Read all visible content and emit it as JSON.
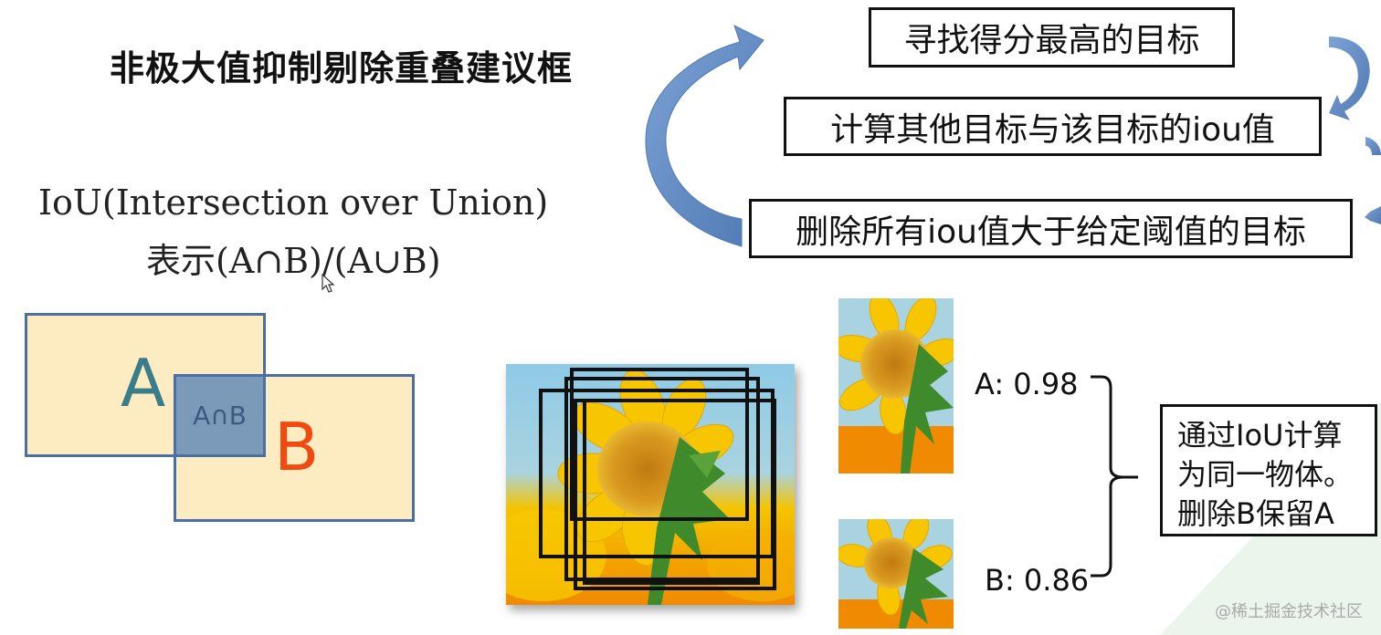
{
  "title": "非极大值抑制剔除重叠建议框",
  "iou": {
    "line1": "IoU(Intersection over Union)",
    "line2": "表示(A∩B)/(A∪B)"
  },
  "steps": [
    {
      "label": "寻找得分最高的目标"
    },
    {
      "label": "计算其他目标与该目标的iou值"
    },
    {
      "label": "删除所有iou值大于给定阈值的目标"
    }
  ],
  "venn": {
    "a_label": "A",
    "b_label": "B",
    "intersection_label": "A∩B",
    "colors": {
      "fill": "#fdebc2",
      "border": "#4a6fa5",
      "overlap": "#7b99b8",
      "a_text": "#3a7d8a",
      "b_text": "#f04a10"
    }
  },
  "scores": {
    "a": "A: 0.98",
    "b": "B: 0.86"
  },
  "result": {
    "lines": [
      "通过IoU计算",
      "为同一物体。",
      "删除B保留A"
    ]
  },
  "watermark": "@稀土掘金技术社区",
  "colors": {
    "arrow": "#5b86bf",
    "box_border": "#111111"
  }
}
